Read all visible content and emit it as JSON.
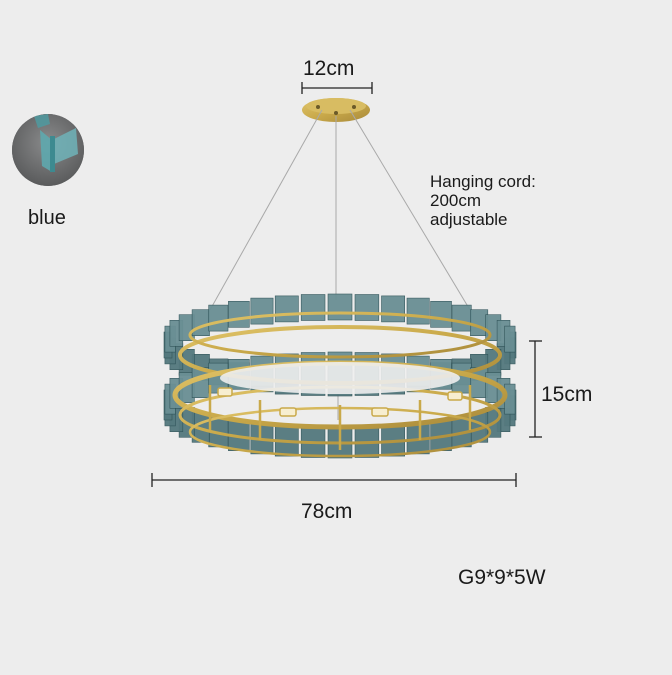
{
  "product": {
    "type": "ring chandelier",
    "color_option": {
      "label": "blue",
      "swatch_color": "#5e9ea4"
    },
    "dimensions": {
      "canopy_diameter": "12cm",
      "height": "15cm",
      "diameter": "78cm"
    },
    "hanging_cord": {
      "line1": "Hanging cord:",
      "line2": "200cm",
      "line3": "adjustable"
    },
    "bulb_spec": "G9*9*5W"
  },
  "colors": {
    "background": "#ededed",
    "brass": "#c9a94a",
    "glass": "#4f7a80",
    "dimension_line": "#222222"
  }
}
